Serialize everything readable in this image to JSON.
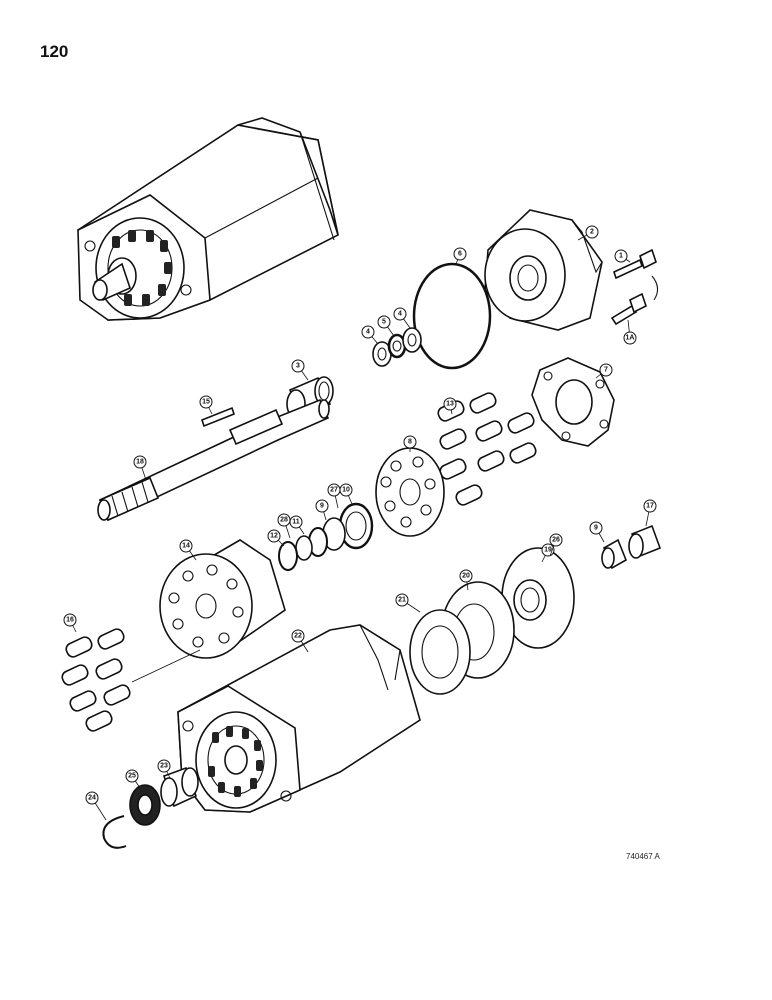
{
  "page": {
    "number": "120",
    "drawing_code": "740467 A"
  },
  "callouts": [
    {
      "label": "1"
    },
    {
      "label": "1A"
    },
    {
      "label": "2"
    },
    {
      "label": "3"
    },
    {
      "label": "4"
    },
    {
      "label": "5"
    },
    {
      "label": "4"
    },
    {
      "label": "6"
    },
    {
      "label": "7"
    },
    {
      "label": "8"
    },
    {
      "label": "9"
    },
    {
      "label": "9"
    },
    {
      "label": "10"
    },
    {
      "label": "11"
    },
    {
      "label": "12"
    },
    {
      "label": "13"
    },
    {
      "label": "14"
    },
    {
      "label": "15"
    },
    {
      "label": "16"
    },
    {
      "label": "17"
    },
    {
      "label": "18"
    },
    {
      "label": "19"
    },
    {
      "label": "20"
    },
    {
      "label": "21"
    },
    {
      "label": "22"
    },
    {
      "label": "23"
    },
    {
      "label": "24"
    },
    {
      "label": "25"
    },
    {
      "label": "26"
    },
    {
      "label": "27"
    },
    {
      "label": "28"
    }
  ]
}
